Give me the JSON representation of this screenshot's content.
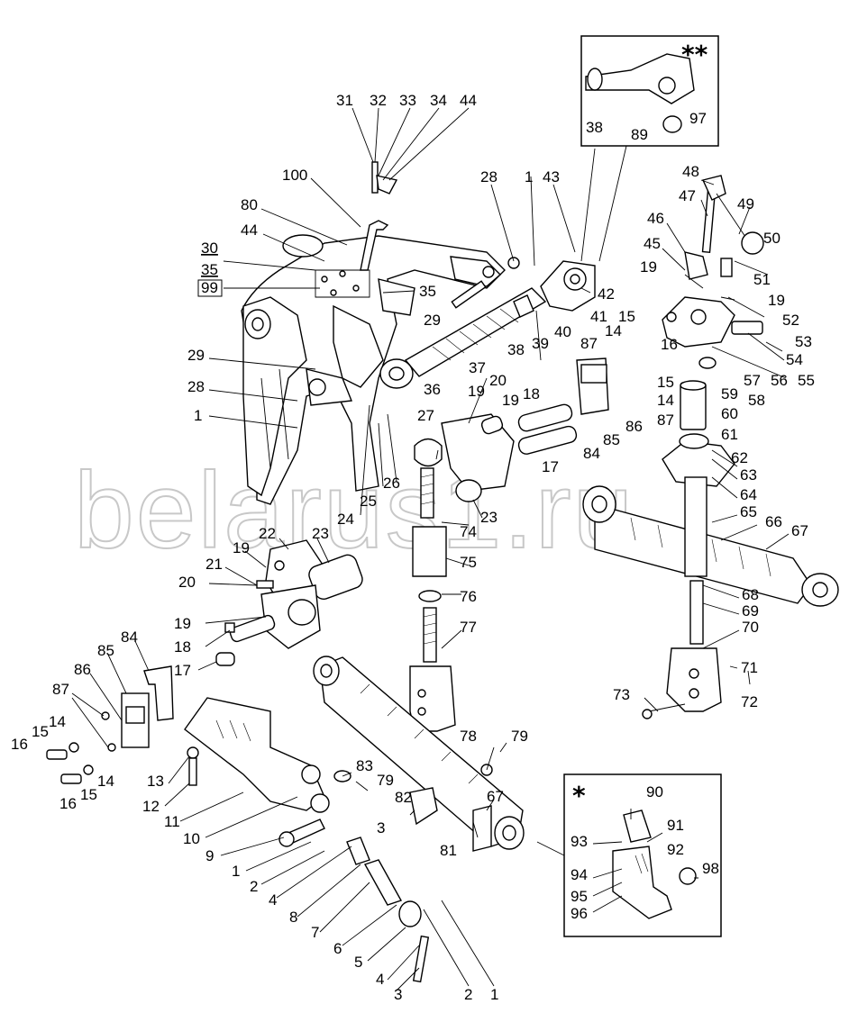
{
  "watermark": "belarus1.ru",
  "insets": {
    "top_right": {
      "marker": "**",
      "labels": [
        "38",
        "89",
        "97"
      ]
    },
    "bottom_right": {
      "marker": "*",
      "labels": [
        "90",
        "91",
        "92",
        "93",
        "94",
        "95",
        "96",
        "98"
      ]
    }
  },
  "callouts": [
    "31",
    "32",
    "33",
    "34",
    "44",
    "100",
    "80",
    "44",
    "30",
    "35",
    "99",
    "35",
    "29",
    "28",
    "1",
    "43",
    "42",
    "41",
    "40",
    "39",
    "38",
    "37",
    "36",
    "48",
    "47",
    "49",
    "50",
    "51",
    "19",
    "46",
    "45",
    "19",
    "52",
    "53",
    "54",
    "55",
    "56",
    "57",
    "58",
    "59",
    "60",
    "61",
    "15",
    "14",
    "16",
    "87",
    "15",
    "14",
    "86",
    "87",
    "85",
    "84",
    "62",
    "63",
    "64",
    "65",
    "66",
    "67",
    "68",
    "69",
    "70",
    "71",
    "72",
    "73",
    "29",
    "28",
    "1",
    "20",
    "19",
    "19",
    "18",
    "27",
    "17",
    "26",
    "25",
    "24",
    "23",
    "74",
    "75",
    "76",
    "77",
    "78",
    "79",
    "22",
    "23",
    "19",
    "21",
    "20",
    "19",
    "18",
    "17",
    "84",
    "85",
    "86",
    "87",
    "14",
    "15",
    "16",
    "15",
    "14",
    "16",
    "13",
    "12",
    "11",
    "10",
    "9",
    "1",
    "2",
    "4",
    "8",
    "7",
    "6",
    "5",
    "4",
    "3",
    "2",
    "1",
    "3",
    "83",
    "79",
    "82",
    "81",
    "67"
  ]
}
